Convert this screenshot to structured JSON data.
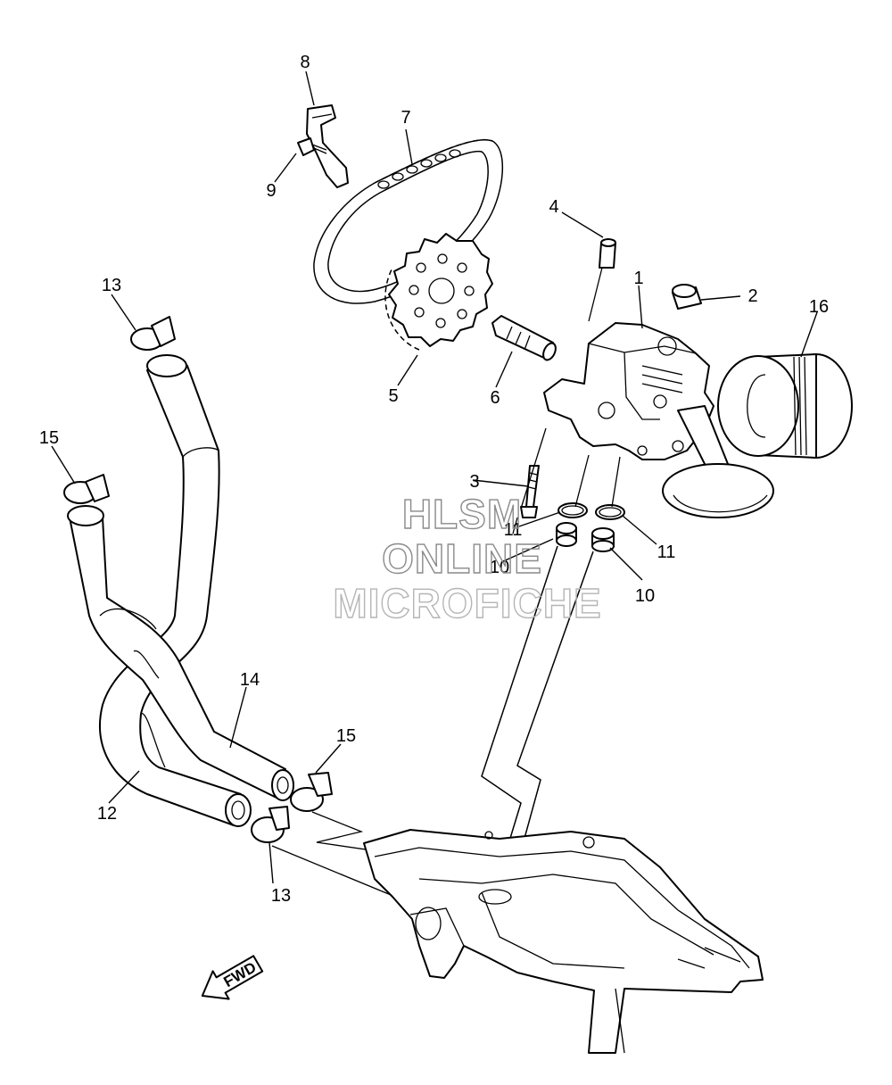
{
  "diagram": {
    "callouts": [
      {
        "id": "1",
        "label": "1"
      },
      {
        "id": "2",
        "label": "2"
      },
      {
        "id": "3",
        "label": "3"
      },
      {
        "id": "4",
        "label": "4"
      },
      {
        "id": "5",
        "label": "5"
      },
      {
        "id": "6",
        "label": "6"
      },
      {
        "id": "7",
        "label": "7"
      },
      {
        "id": "8",
        "label": "8"
      },
      {
        "id": "9",
        "label": "9"
      },
      {
        "id": "10a",
        "label": "10"
      },
      {
        "id": "10b",
        "label": "10"
      },
      {
        "id": "11a",
        "label": "11"
      },
      {
        "id": "11b",
        "label": "11"
      },
      {
        "id": "12",
        "label": "12"
      },
      {
        "id": "13a",
        "label": "13"
      },
      {
        "id": "13b",
        "label": "13"
      },
      {
        "id": "14",
        "label": "14"
      },
      {
        "id": "15a",
        "label": "15"
      },
      {
        "id": "15b",
        "label": "15"
      },
      {
        "id": "16",
        "label": "16"
      }
    ],
    "watermark": {
      "line1": "HLSM",
      "line2": "ONLINE",
      "line3": "MICROFICHE"
    },
    "direction_arrow": {
      "label": "FWD"
    }
  },
  "colors": {
    "ink": "#000000",
    "watermark": "#8a8a8a",
    "background": "#ffffff"
  }
}
